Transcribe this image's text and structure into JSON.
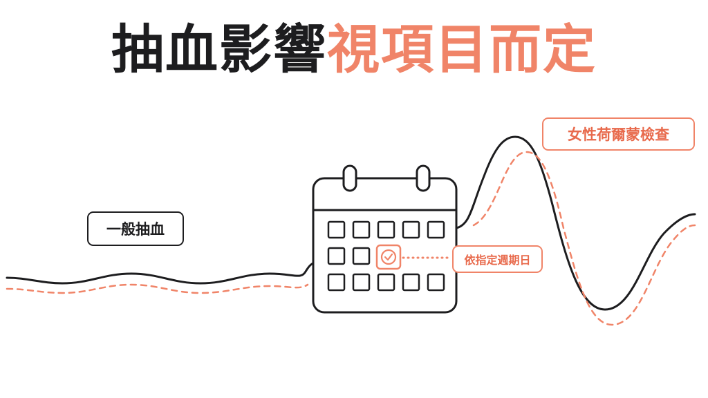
{
  "title": {
    "dark_part": "抽血影響",
    "accent_part": "視項目而定"
  },
  "labels": {
    "general": "一般抽血",
    "hormone": "女性荷爾蒙檢查",
    "cycle": "依指定週期日"
  },
  "icons": {
    "calendar": "calendar-icon",
    "check": "checkmark-circle-icon"
  },
  "colors": {
    "dark": "#1d1d1f",
    "accent": "#f08468",
    "accent_text": "#e86a4c",
    "background": "#ffffff"
  }
}
